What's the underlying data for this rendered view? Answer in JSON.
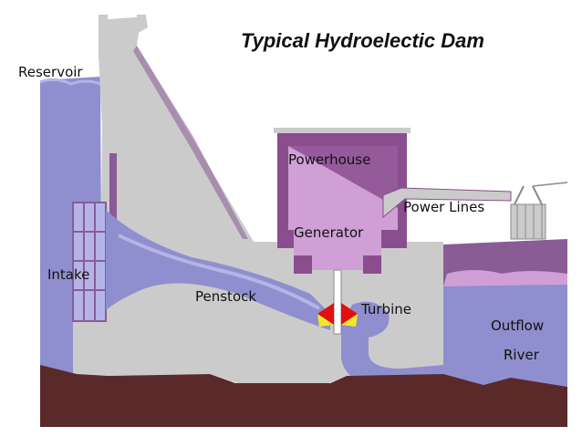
{
  "title": "Typical Hydroelectic Dam",
  "labels": {
    "reservoir": "Reservoir",
    "intake": "Intake",
    "penstock": "Penstock",
    "powerhouse": "Powerhouse",
    "generator": "Generator",
    "power_lines": "Power Lines",
    "turbine": "Turbine",
    "outflow_line1": "Outflow",
    "outflow_line2": "River"
  },
  "colors": {
    "water": "#8f8fcf",
    "water_light": "#b4b4e8",
    "concrete": "#cbcbcb",
    "bedrock": "#5a2a2a",
    "powerhouse_light": "#cf9fd6",
    "powerhouse_dark": "#8a4e8e",
    "land_purple": "#8a5c96",
    "turbine_red": "#e01010",
    "turbine_yellow": "#f4e62a"
  }
}
